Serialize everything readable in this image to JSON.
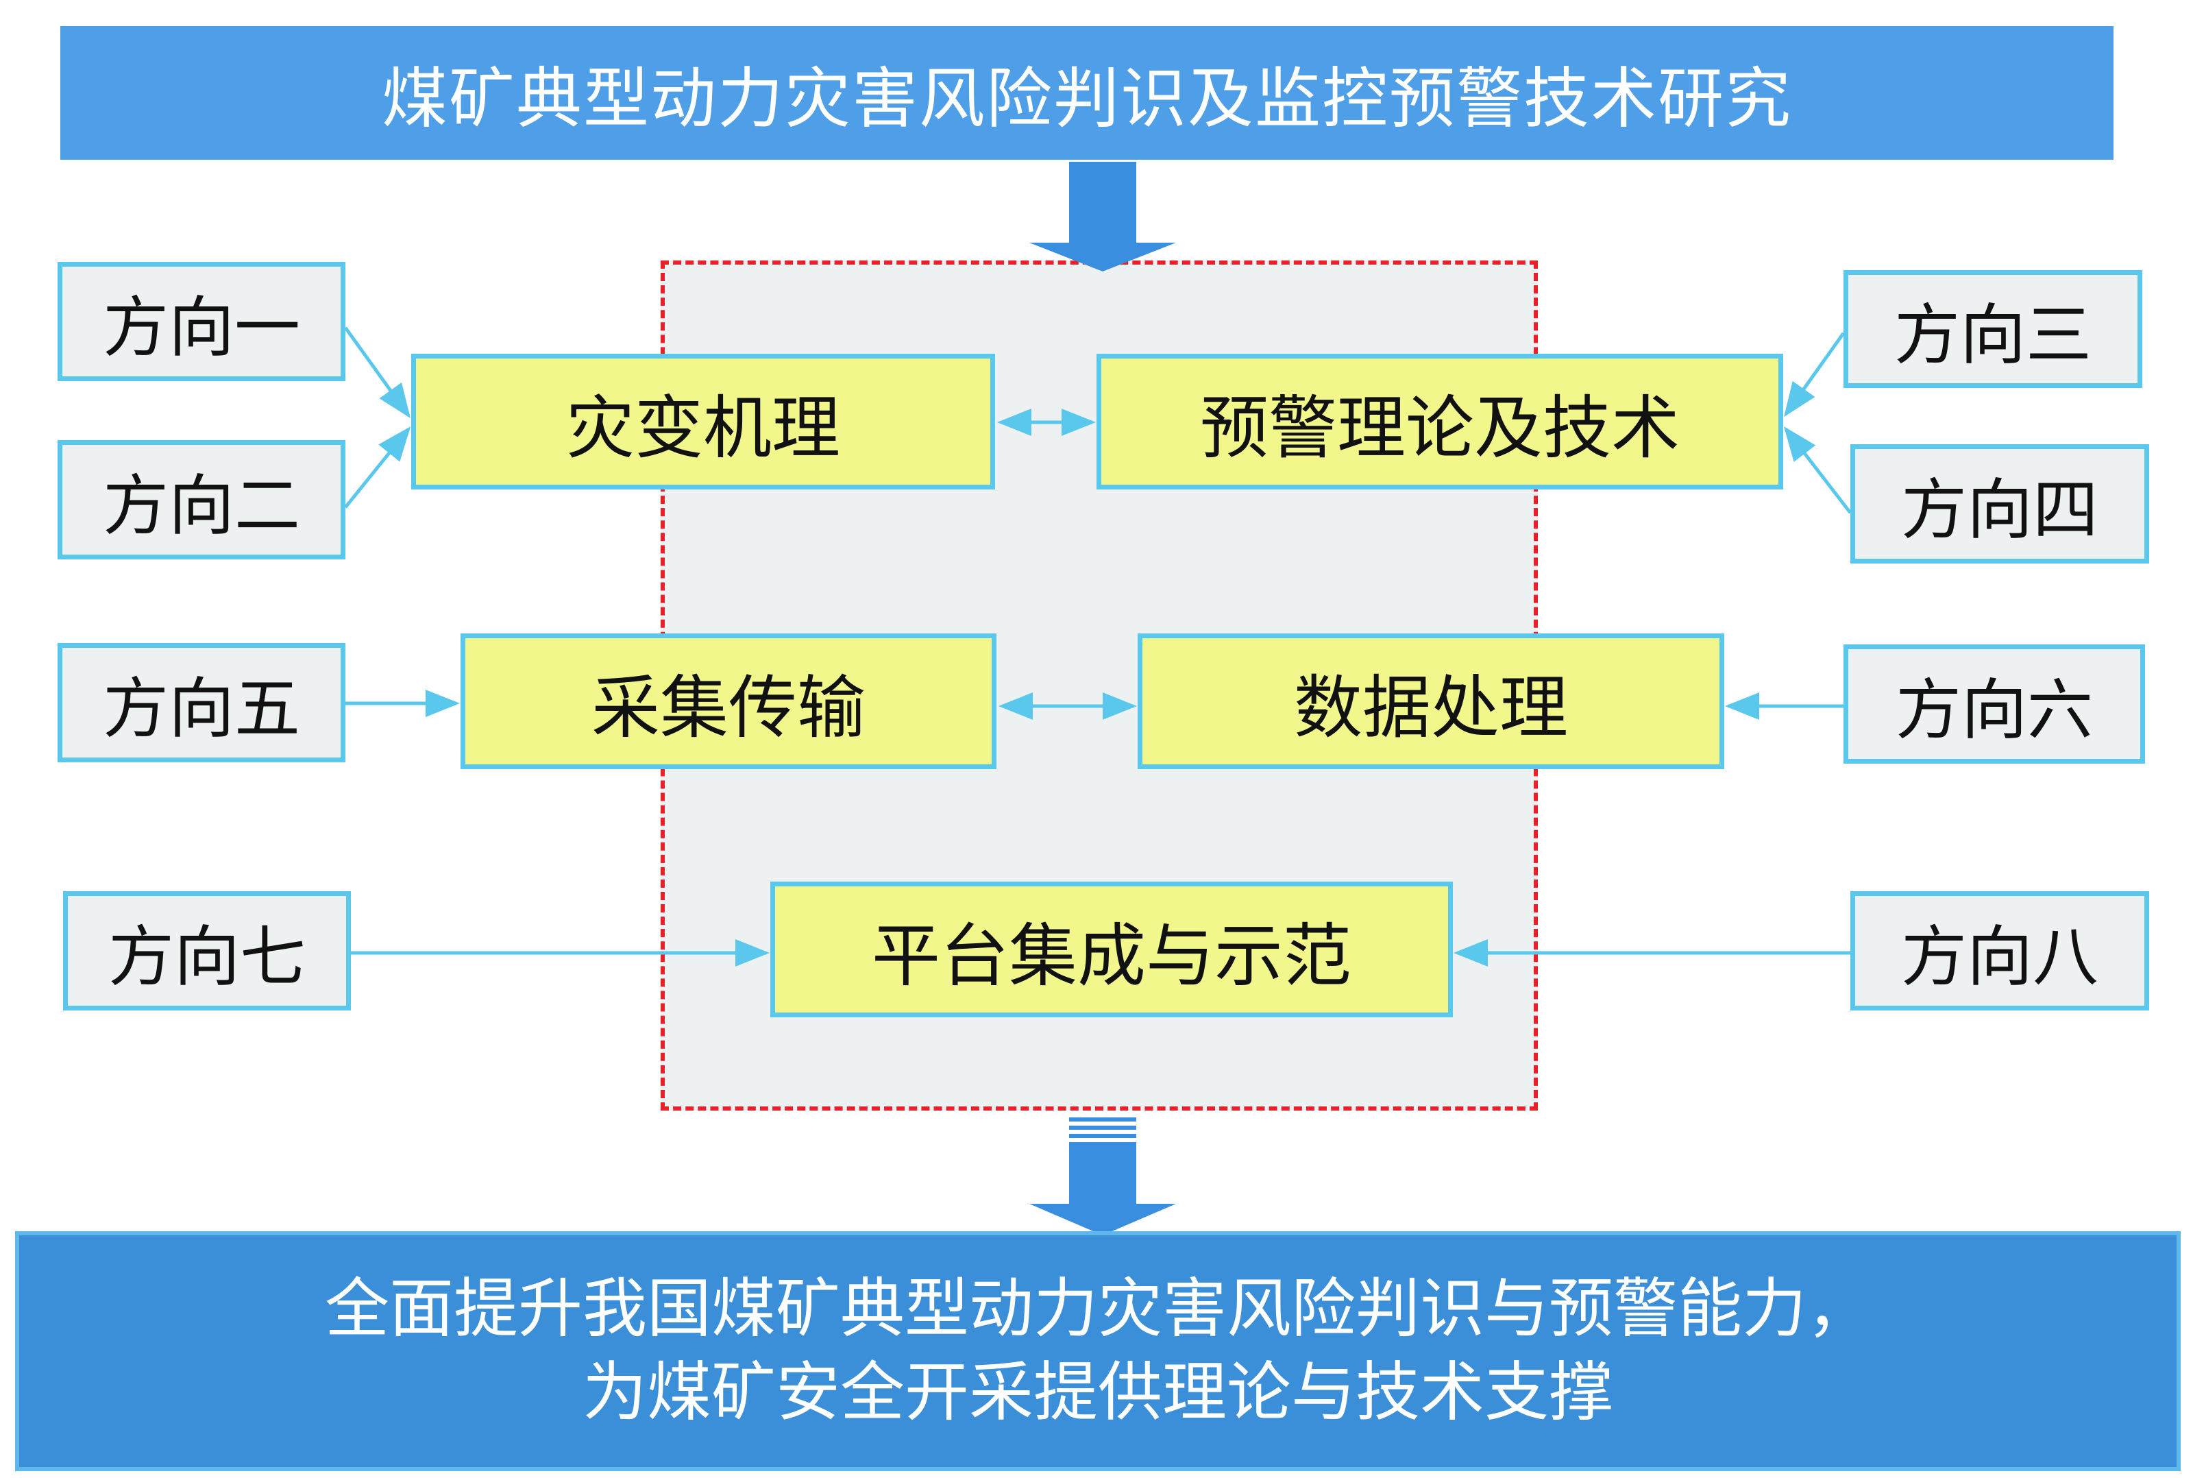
{
  "title": "煤矿典型动力灾害风险判识及监控预警技术研究",
  "directions": [
    "方向一",
    "方向二",
    "方向三",
    "方向四",
    "方向五",
    "方向六",
    "方向七",
    "方向八"
  ],
  "topics": {
    "disaster_mechanism": "灾变机理",
    "early_warning_theory": "预警理论及技术",
    "acquisition_transmission": "采集传输",
    "data_processing": "数据处理",
    "platform_integration": "平台集成与示范"
  },
  "goal": {
    "line1": "全面提升我国煤矿典型动力灾害风险判识与预警能力，",
    "line2": "为煤矿安全开采提供理论与技术支撑"
  },
  "colors": {
    "banner": "#4f9ee8",
    "topic_fill": "#f1f78a",
    "box_border": "#5ac8ec",
    "dashed_region": "#e8202a",
    "arrow": "#3a8ee0"
  }
}
